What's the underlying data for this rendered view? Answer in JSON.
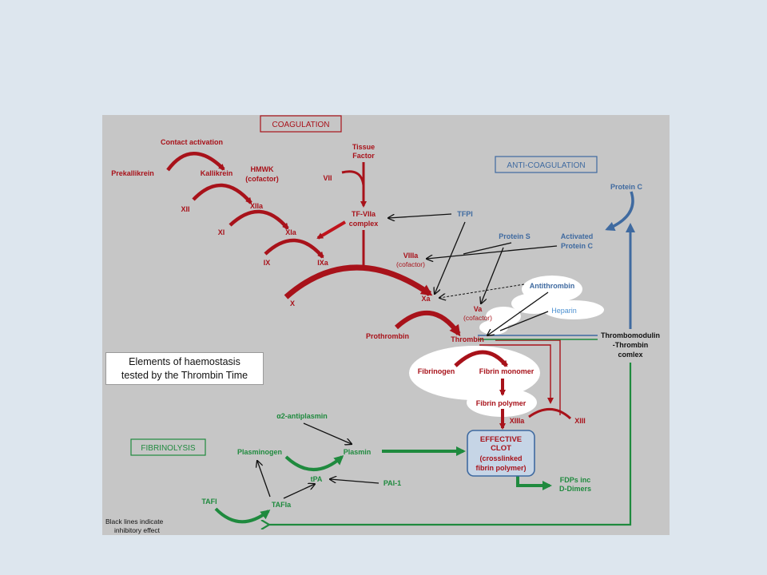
{
  "headers": {
    "coagulation": "COAGULATION",
    "anticoagulation": "ANTI-COAGULATION",
    "fibrinolysis": "FIBRINOLYSIS"
  },
  "coag": {
    "contact_activation": "Contact activation",
    "prekallikrein": "Prekallikrein",
    "kallikrein": "Kallikrein",
    "hmwk": "HMWK",
    "hmwk_cofactor": "(cofactor)",
    "xii": "XII",
    "xiia": "XIIa",
    "xi": "XI",
    "xia": "XIa",
    "ix": "IX",
    "ixa": "IXa",
    "x": "X",
    "xa": "Xa",
    "vii": "VII",
    "tissue_factor_1": "Tissue",
    "tissue_factor_2": "Factor",
    "tf_viia_1": "TF-VIIa",
    "tf_viia_2": "complex",
    "viiia": "VIIIa",
    "viiia_cofactor": "(cofactor)",
    "va": "Va",
    "va_cofactor": "(cofactor)",
    "prothrombin": "Prothrombin",
    "thrombin": "Thrombin",
    "fibrinogen": "Fibrinogen",
    "fibrin_monomer": "Fibrin monomer",
    "fibrin_polymer": "Fibrin polymer",
    "xiiia": "XIIIa",
    "xiii": "XIII"
  },
  "anti": {
    "tfpi": "TFPI",
    "protein_s": "Protein S",
    "activated_pc_1": "Activated",
    "activated_pc_2": "Protein C",
    "protein_c": "Protein C",
    "antithrombin": "Antithrombin",
    "heparin": "Heparin",
    "thrombomodulin_1": "Thrombomodulin",
    "thrombomodulin_2": "-Thrombin",
    "thrombomodulin_3": "comlex"
  },
  "clot": {
    "line1": "EFFECTIVE",
    "line2": "CLOT",
    "line3": "(crosslinked",
    "line4": "fibrin polymer)"
  },
  "fibrino": {
    "a2_antiplasmin": "α2-antiplasmin",
    "plasminogen": "Plasminogen",
    "plasmin": "Plasmin",
    "tpa": "tPA",
    "pai1": "PAI-1",
    "tafi": "TAFI",
    "tafia": "TAFIa",
    "fdps_1": "FDPs inc",
    "fdps_2": "D-Dimers"
  },
  "legend": {
    "line1": "Black lines indicate",
    "line2": "inhibitory effect"
  },
  "thrombin_time_box": {
    "line1": "Elements of haemostasis",
    "line2": "tested by the Thrombin Time"
  },
  "colors": {
    "coagulation": "#a8121a",
    "anticoagulation": "#3f6aa0",
    "fibrinolysis": "#1f8a3e",
    "inhibitory": "#111111"
  }
}
